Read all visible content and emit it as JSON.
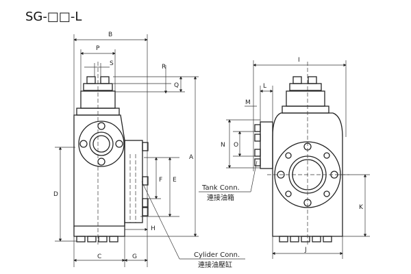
{
  "title": "SG-□□-L",
  "dimensions": {
    "A": "A",
    "B": "B",
    "C": "C",
    "D": "D",
    "E": "E",
    "F": "F",
    "G": "G",
    "H": "H",
    "I": "I",
    "J": "J",
    "K": "K",
    "L": "L",
    "M": "M",
    "N": "N",
    "O": "O",
    "P": "P",
    "Q": "Q",
    "R": "R",
    "S": "S"
  },
  "callouts": {
    "tank_en": "Tank Conn.",
    "tank_zh": "連接油箱",
    "cyl_en": "Cylider Conn.",
    "cyl_zh": "連接油壓缸"
  }
}
